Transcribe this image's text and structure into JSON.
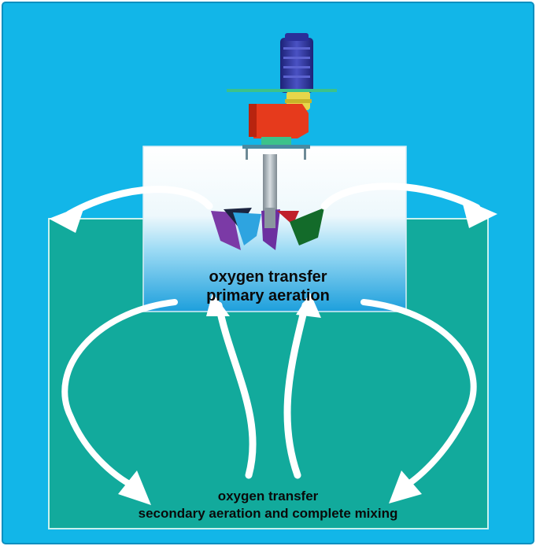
{
  "colors": {
    "background": "#12b6e8",
    "tank_water": "#12aa9c",
    "tank_outline": "#c9f1ee",
    "primary_zone_top": "#ffffff",
    "primary_zone_bottom": "#1d9fdc",
    "flow_arrows": "#ffffff",
    "motor": "#2a2f9a",
    "gearbox": "#e63a1c",
    "coupling": "#e6d64a",
    "shaft": "#9aa5ad",
    "platform": "#3cc28a",
    "blade_purple": "#7b3aa6",
    "blade_blue": "#2ea4e0",
    "blade_green": "#136b2a",
    "blade_red": "#c0202a",
    "text": "#0a0a0a"
  },
  "labels": {
    "primary_line1": "oxygen transfer",
    "primary_line2": "primary aeration",
    "secondary_line1": "oxygen transfer",
    "secondary_line2": "secondary aeration and complete mixing"
  },
  "icons": [
    "aerator-motor-icon",
    "gearbox-icon",
    "impeller-icon",
    "flow-arrow-icon"
  ]
}
